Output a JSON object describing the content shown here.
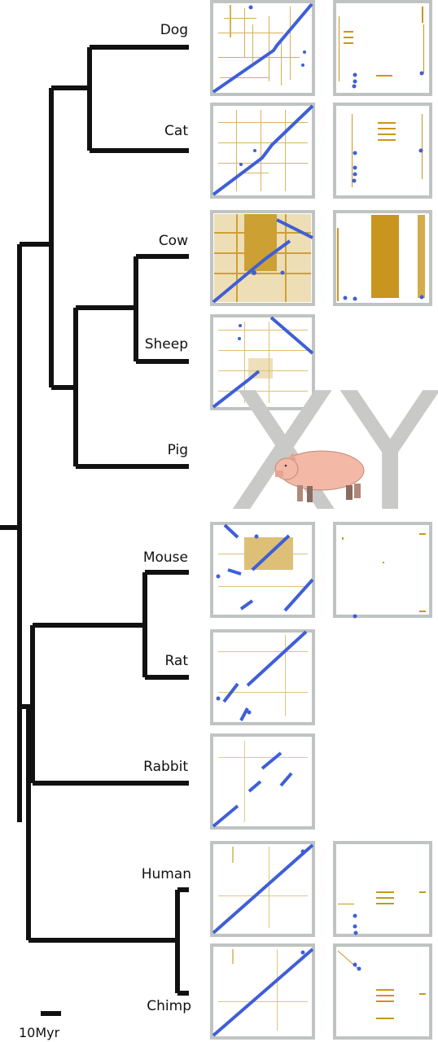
{
  "species": [
    {
      "id": "dog",
      "label": "Dog",
      "has_x_plot": true,
      "has_y_plot": true
    },
    {
      "id": "cat",
      "label": "Cat",
      "has_x_plot": true,
      "has_y_plot": true
    },
    {
      "id": "cow",
      "label": "Cow",
      "has_x_plot": true,
      "has_y_plot": true
    },
    {
      "id": "sheep",
      "label": "Sheep",
      "has_x_plot": true,
      "has_y_plot": false
    },
    {
      "id": "pig",
      "label": "Pig",
      "has_x_plot": false,
      "has_y_plot": false
    },
    {
      "id": "mouse",
      "label": "Mouse",
      "has_x_plot": true,
      "has_y_plot": true
    },
    {
      "id": "rat",
      "label": "Rat",
      "has_x_plot": true,
      "has_y_plot": false
    },
    {
      "id": "rabbit",
      "label": "Rabbit",
      "has_x_plot": true,
      "has_y_plot": false
    },
    {
      "id": "human",
      "label": "Human",
      "has_x_plot": true,
      "has_y_plot": true
    },
    {
      "id": "chimp",
      "label": "Chimp",
      "has_x_plot": true,
      "has_y_plot": true
    }
  ],
  "reference": {
    "x_letter": "X",
    "y_letter": "Y",
    "animal_icon": "pig-icon"
  },
  "scale_bar": {
    "label": "10Myr"
  },
  "colors": {
    "tree": "#111111",
    "panel_border": "#bfc4c2",
    "alignment_dots": "#3e5fd6",
    "repeat_dots": "#c8961e",
    "chromosome_letters": "#c9c9c7",
    "pig_body": "#f3b8a6"
  }
}
